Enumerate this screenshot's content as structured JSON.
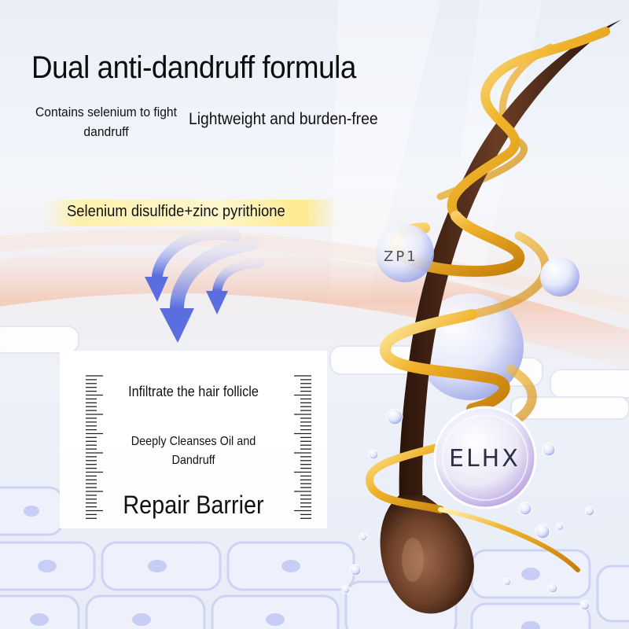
{
  "title": "Dual anti-dandruff formula",
  "subtitle_left": "Contains selenium to fight dandruff",
  "subtitle_right": "Lightweight and burden-free",
  "ingredient_banner": "Selenium disulfide+zinc pyrithione",
  "panel": {
    "line1": "Infiltrate the hair follicle",
    "line2": "Deeply Cleanses Oil and Dandruff",
    "line3": "Repair Barrier"
  },
  "bubbles": {
    "small_label": "ZP1",
    "large_label": "ELHX"
  },
  "colors": {
    "gold": "#e8a21a",
    "hair": "#4a2818",
    "arrow_blue": "#5b6ee0",
    "skin_pink": "#f2c4b0"
  }
}
